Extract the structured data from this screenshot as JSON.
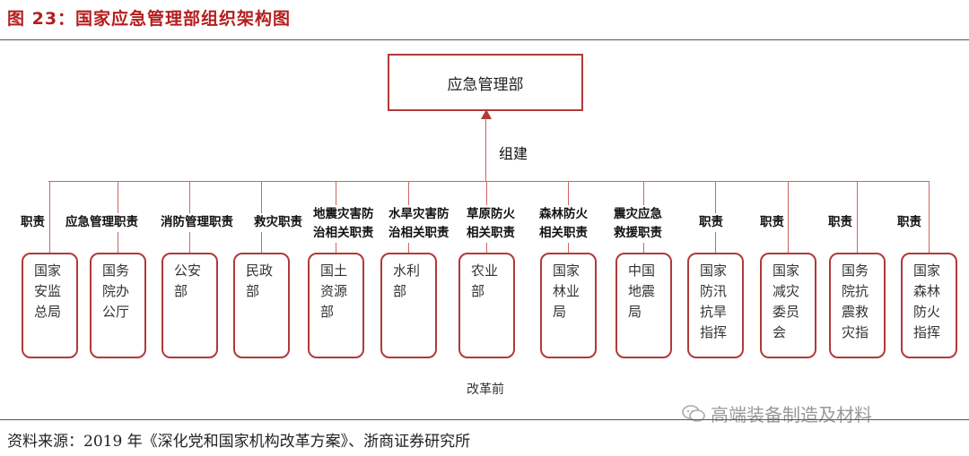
{
  "title": "图 23：国家应急管理部组织架构图",
  "head": "应急管理部",
  "link_label": "组建",
  "columns": [
    {
      "resp": [
        "职责"
      ],
      "dept": "国家安监总局"
    },
    {
      "resp": [
        "应急管理职责"
      ],
      "dept": "国务院办公厅"
    },
    {
      "resp": [
        "消防管理职责"
      ],
      "dept": "公安部"
    },
    {
      "resp": [
        "救灾职责"
      ],
      "dept": "民政部"
    },
    {
      "resp": [
        "地震灾害防",
        "治相关职责"
      ],
      "dept": "国土资源部"
    },
    {
      "resp": [
        "水旱灾害防",
        "治相关职责"
      ],
      "dept": "水利部"
    },
    {
      "resp": [
        "草原防火",
        "相关职责"
      ],
      "dept": "农业部"
    },
    {
      "resp": [
        "森林防火",
        "相关职责"
      ],
      "dept": "国家林业局"
    },
    {
      "resp": [
        "震灾应急",
        "救援职责"
      ],
      "dept": "中国地震局"
    },
    {
      "resp": [
        "职责"
      ],
      "dept": "国家防汛抗旱指挥"
    },
    {
      "resp": [
        "职责"
      ],
      "dept": "国家减灾委员会"
    },
    {
      "resp": [
        "职责"
      ],
      "dept": "国务院抗震救灾指"
    },
    {
      "resp": [
        "职责"
      ],
      "dept": "国家森林防火指挥"
    }
  ],
  "before_label": "改革前",
  "watermark": "高端装备制造及材料",
  "source": "资料来源：2019 年《深化党和国家机构改革方案》、浙商证券研究所",
  "colors": {
    "title": "#b51d1d",
    "box_border": "#b03a3a",
    "line": "#cc6666"
  }
}
